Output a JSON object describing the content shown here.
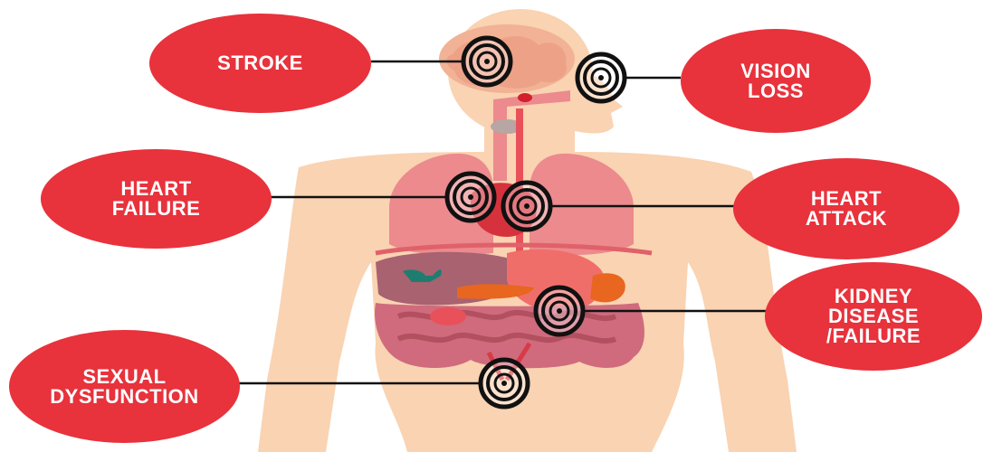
{
  "colors": {
    "label_red": "#e8323c",
    "skin": "#f9d3b2",
    "organ_red": "#e9515a",
    "lung_pink": "#ec8a8d",
    "liver": "#a86270",
    "stomach": "#f06e6a",
    "kidney_orange": "#e8661f",
    "gallbladder": "#1f7d6f",
    "target_ring": "#111111"
  },
  "labels": {
    "stroke": {
      "lines": [
        "STROKE"
      ]
    },
    "vision_loss": {
      "lines": [
        "VISION",
        "LOSS"
      ]
    },
    "heart_failure": {
      "lines": [
        "HEART",
        "FAILURE"
      ]
    },
    "heart_attack": {
      "lines": [
        "HEART",
        "ATTACK"
      ]
    },
    "kidney": {
      "lines": [
        "KIDNEY",
        "DISEASE",
        "/FAILURE"
      ]
    },
    "sexual": {
      "lines": [
        "SEXUAL",
        "DYSFUNCTION"
      ]
    }
  },
  "target_icon": "concentric-target-icon"
}
